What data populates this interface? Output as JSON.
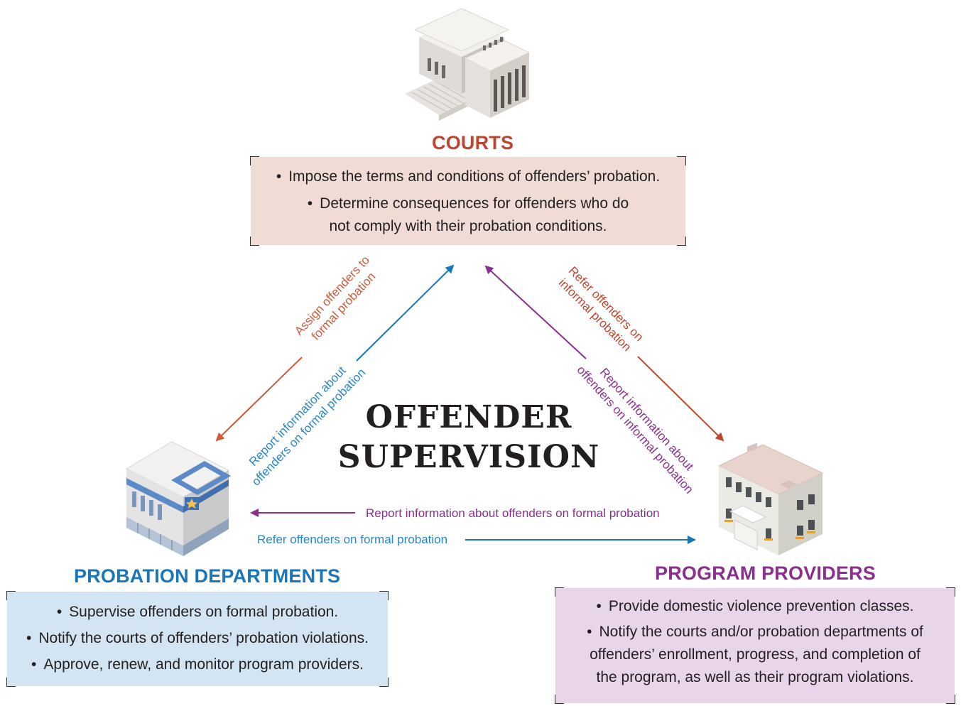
{
  "title": [
    "OFFENDER",
    "SUPERVISION"
  ],
  "colors": {
    "courts": "#c0452c",
    "probation": "#1a75bb",
    "providers": "#8b2f8f",
    "courts_box": "#f1dcd5",
    "probation_box": "#d3e4f2",
    "providers_box": "#e8d5e9",
    "assign_arrow": "#cf5a3a",
    "report_formal_arrow": "#2a86c8",
    "report_informal_arrow": "#8b2f8f",
    "refer_informal_arrow": "#c0452c"
  },
  "icons": {
    "courts": "courthouse-icon",
    "probation": "police-station-icon",
    "providers": "office-building-icon"
  },
  "courts": {
    "heading": "COURTS",
    "items": [
      "Impose the terms and conditions of offenders’ probation.",
      [
        "Determine consequences for offenders who do",
        "not comply with their probation conditions."
      ]
    ]
  },
  "probation": {
    "heading": "PROBATION DEPARTMENTS",
    "items": [
      "Supervise offenders on formal probation.",
      "Notify the courts of offenders’ probation violations.",
      "Approve, renew, and monitor program providers."
    ]
  },
  "providers": {
    "heading": "PROGRAM PROVIDERS",
    "items": [
      "Provide domestic violence prevention classes.",
      [
        "Notify the courts and/or probation departments of",
        "offenders’ enrollment, progress, and completion of",
        "the program, as well as their program violations."
      ]
    ]
  },
  "arrows": {
    "assign_formal": [
      "Assign offenders to",
      "formal probation"
    ],
    "report_formal_to_courts": [
      "Report information about",
      "offenders on formal probation"
    ],
    "refer_informal": [
      "Refer offenders on",
      "informal probation"
    ],
    "report_informal_to_courts": [
      "Report information about",
      "offenders on informal probation"
    ],
    "report_formal_to_probation": "Report information about offenders on formal probation",
    "refer_formal": "Refer offenders on formal probation"
  }
}
